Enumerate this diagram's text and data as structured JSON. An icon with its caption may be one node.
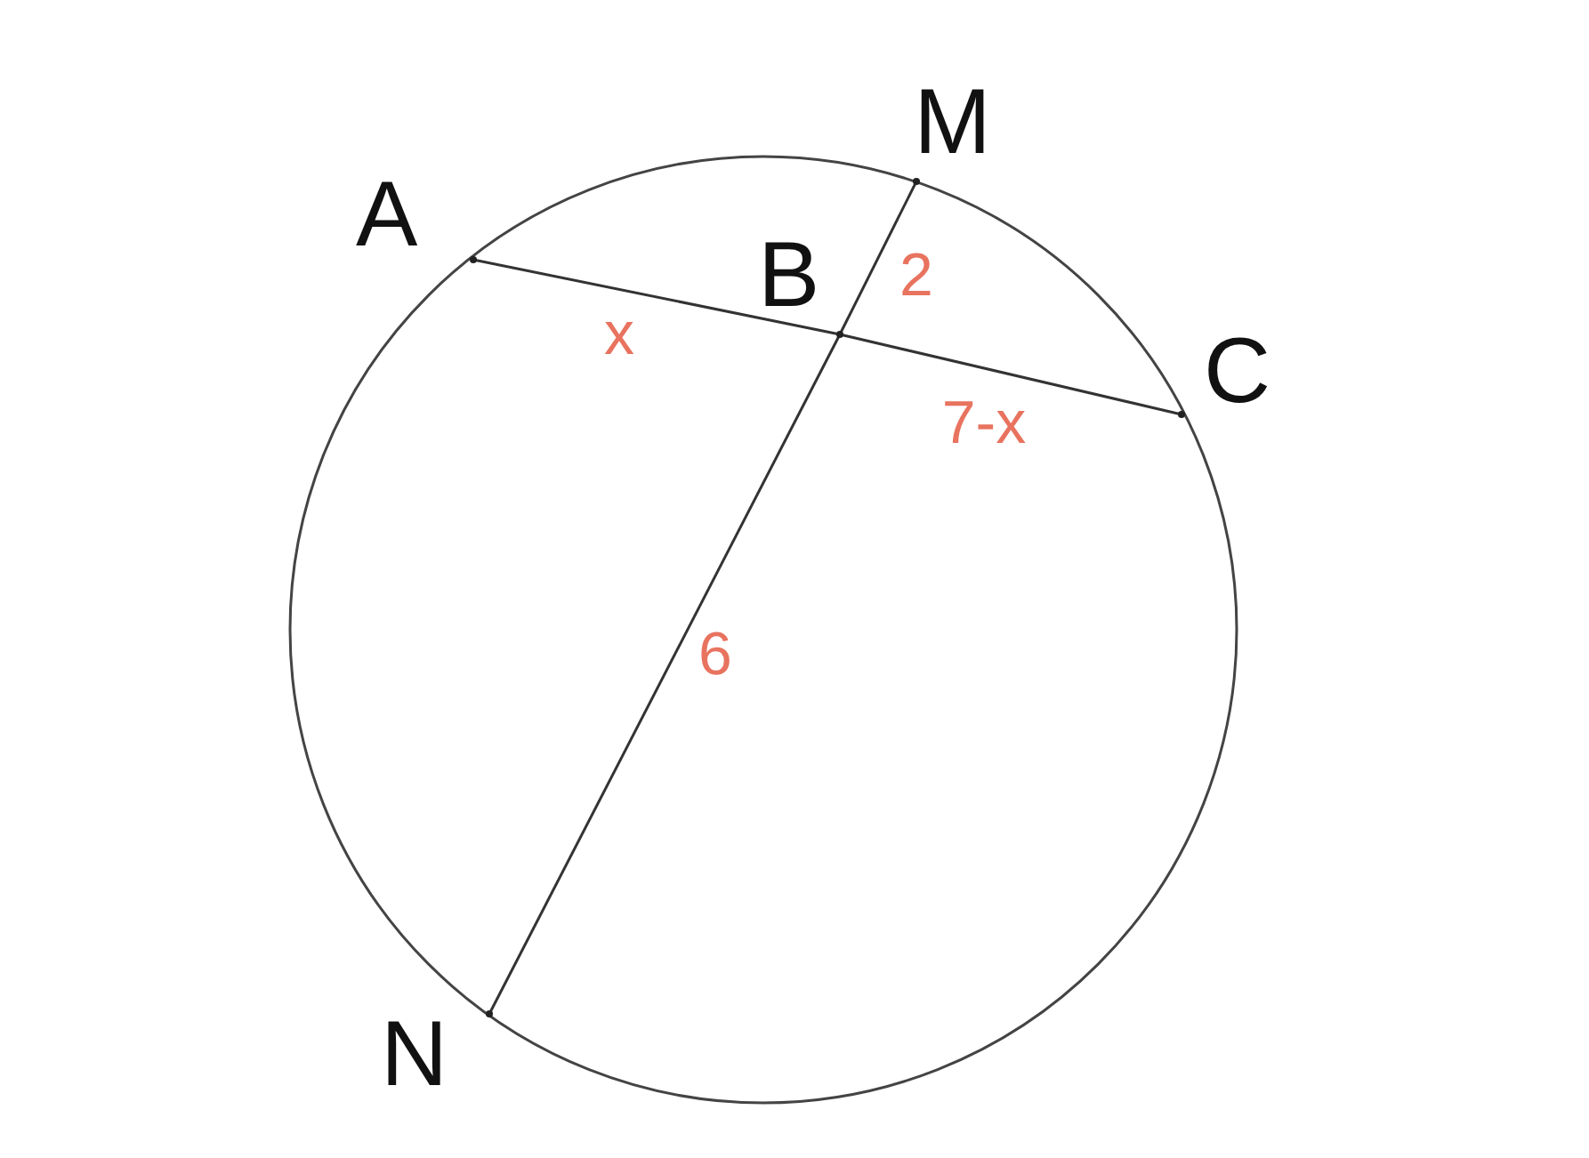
{
  "diagram": {
    "nodes": [
      {
        "text": [
          "A"
        ]
      },
      {
        "text": [
          "M"
        ]
      },
      {
        "text": [
          "B"
        ]
      },
      {
        "text": [
          "C"
        ]
      },
      {
        "text": [
          "N"
        ]
      }
    ],
    "edges": [
      {
        "from": 0,
        "to": 2,
        "arrow": "none",
        "label": "x"
      },
      {
        "from": 2,
        "to": 3,
        "arrow": "none",
        "label": "7-x"
      },
      {
        "from": 1,
        "to": 2,
        "arrow": "none",
        "label": "2"
      },
      {
        "from": 2,
        "to": 4,
        "arrow": "none",
        "label": "6"
      }
    ]
  }
}
